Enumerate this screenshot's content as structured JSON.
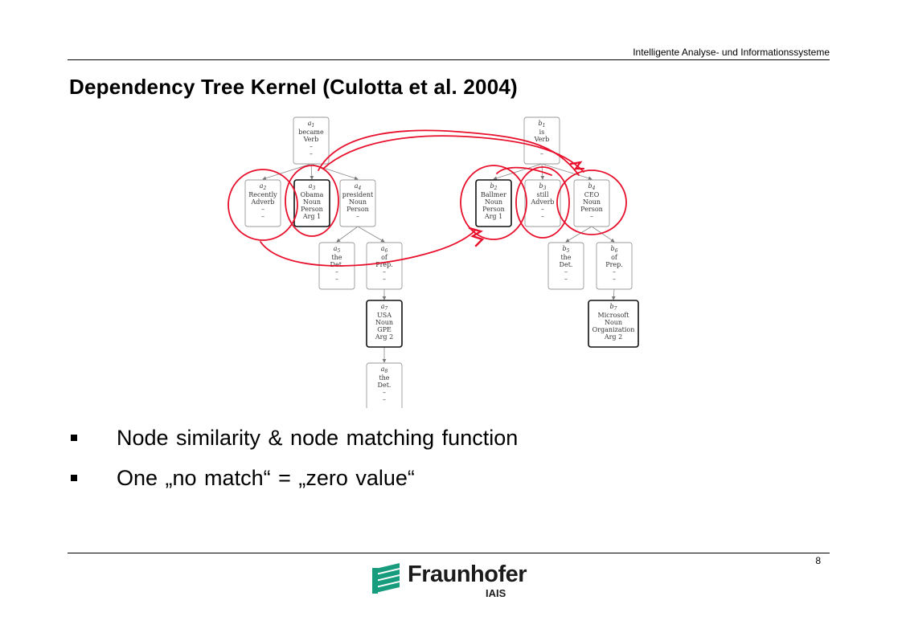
{
  "header": {
    "organization": "Intelligente Analyse- und Informationssysteme"
  },
  "slide": {
    "title": "Dependency Tree Kernel (Culotta et al. 2004)"
  },
  "diagram": {
    "nodes": [
      {
        "id": "a1",
        "index": "1",
        "letter": "a",
        "lines": [
          "became",
          "Verb",
          "–",
          "–"
        ]
      },
      {
        "id": "a2",
        "index": "2",
        "letter": "a",
        "lines": [
          "Recently",
          "Adverb",
          "–",
          "–"
        ]
      },
      {
        "id": "a3",
        "index": "3",
        "letter": "a",
        "lines": [
          "Obama",
          "Noun",
          "Person",
          "Arg 1"
        ]
      },
      {
        "id": "a4",
        "index": "4",
        "letter": "a",
        "lines": [
          "president",
          "Noun",
          "Person",
          "–"
        ]
      },
      {
        "id": "a5",
        "index": "5",
        "letter": "a",
        "lines": [
          "the",
          "Det.",
          "–",
          "–"
        ]
      },
      {
        "id": "a6",
        "index": "6",
        "letter": "a",
        "lines": [
          "of",
          "Prep.",
          "–",
          "–"
        ]
      },
      {
        "id": "a7",
        "index": "7",
        "letter": "a",
        "lines": [
          "USA",
          "Noun",
          "GPE",
          "Arg 2"
        ]
      },
      {
        "id": "a8",
        "index": "8",
        "letter": "a",
        "lines": [
          "the",
          "Det.",
          "–",
          "–"
        ]
      },
      {
        "id": "b1",
        "index": "1",
        "letter": "b",
        "lines": [
          "is",
          "Verb",
          "–",
          "–"
        ]
      },
      {
        "id": "b2",
        "index": "2",
        "letter": "b",
        "lines": [
          "Ballmer",
          "Noun",
          "Person",
          "Arg 1"
        ]
      },
      {
        "id": "b3",
        "index": "3",
        "letter": "b",
        "lines": [
          "still",
          "Adverb",
          "–",
          "–"
        ]
      },
      {
        "id": "b4",
        "index": "4",
        "letter": "b",
        "lines": [
          "CEO",
          "Noun",
          "Person",
          "–"
        ]
      },
      {
        "id": "b5",
        "index": "5",
        "letter": "b",
        "lines": [
          "the",
          "Det.",
          "–",
          "–"
        ]
      },
      {
        "id": "b6",
        "index": "6",
        "letter": "b",
        "lines": [
          "of",
          "Prep.",
          "–",
          "–"
        ]
      },
      {
        "id": "b7",
        "index": "7",
        "letter": "b",
        "lines": [
          "Microsoft",
          "Noun",
          "Organization",
          "Arg 2"
        ]
      }
    ],
    "edges": [
      [
        "a1",
        "a2"
      ],
      [
        "a1",
        "a3"
      ],
      [
        "a1",
        "a4"
      ],
      [
        "a4",
        "a5"
      ],
      [
        "a4",
        "a6"
      ],
      [
        "a6",
        "a7"
      ],
      [
        "a7",
        "a8"
      ],
      [
        "b1",
        "b2"
      ],
      [
        "b1",
        "b3"
      ],
      [
        "b1",
        "b4"
      ],
      [
        "b4",
        "b5"
      ],
      [
        "b4",
        "b6"
      ],
      [
        "b6",
        "b7"
      ]
    ],
    "colors": {
      "annotation": "#e8102c",
      "node_border": "#9a9a9a",
      "arg_border": "#111111"
    }
  },
  "bullets": [
    {
      "text": "Node similarity & node matching function"
    },
    {
      "text": "One „no match“ = „zero  value“"
    }
  ],
  "footer": {
    "page_number": "8",
    "logo": {
      "name": "Fraunhofer",
      "subtitle": "IAIS",
      "icon": "fraunhofer-logo-icon",
      "color": "#179c7d"
    }
  }
}
